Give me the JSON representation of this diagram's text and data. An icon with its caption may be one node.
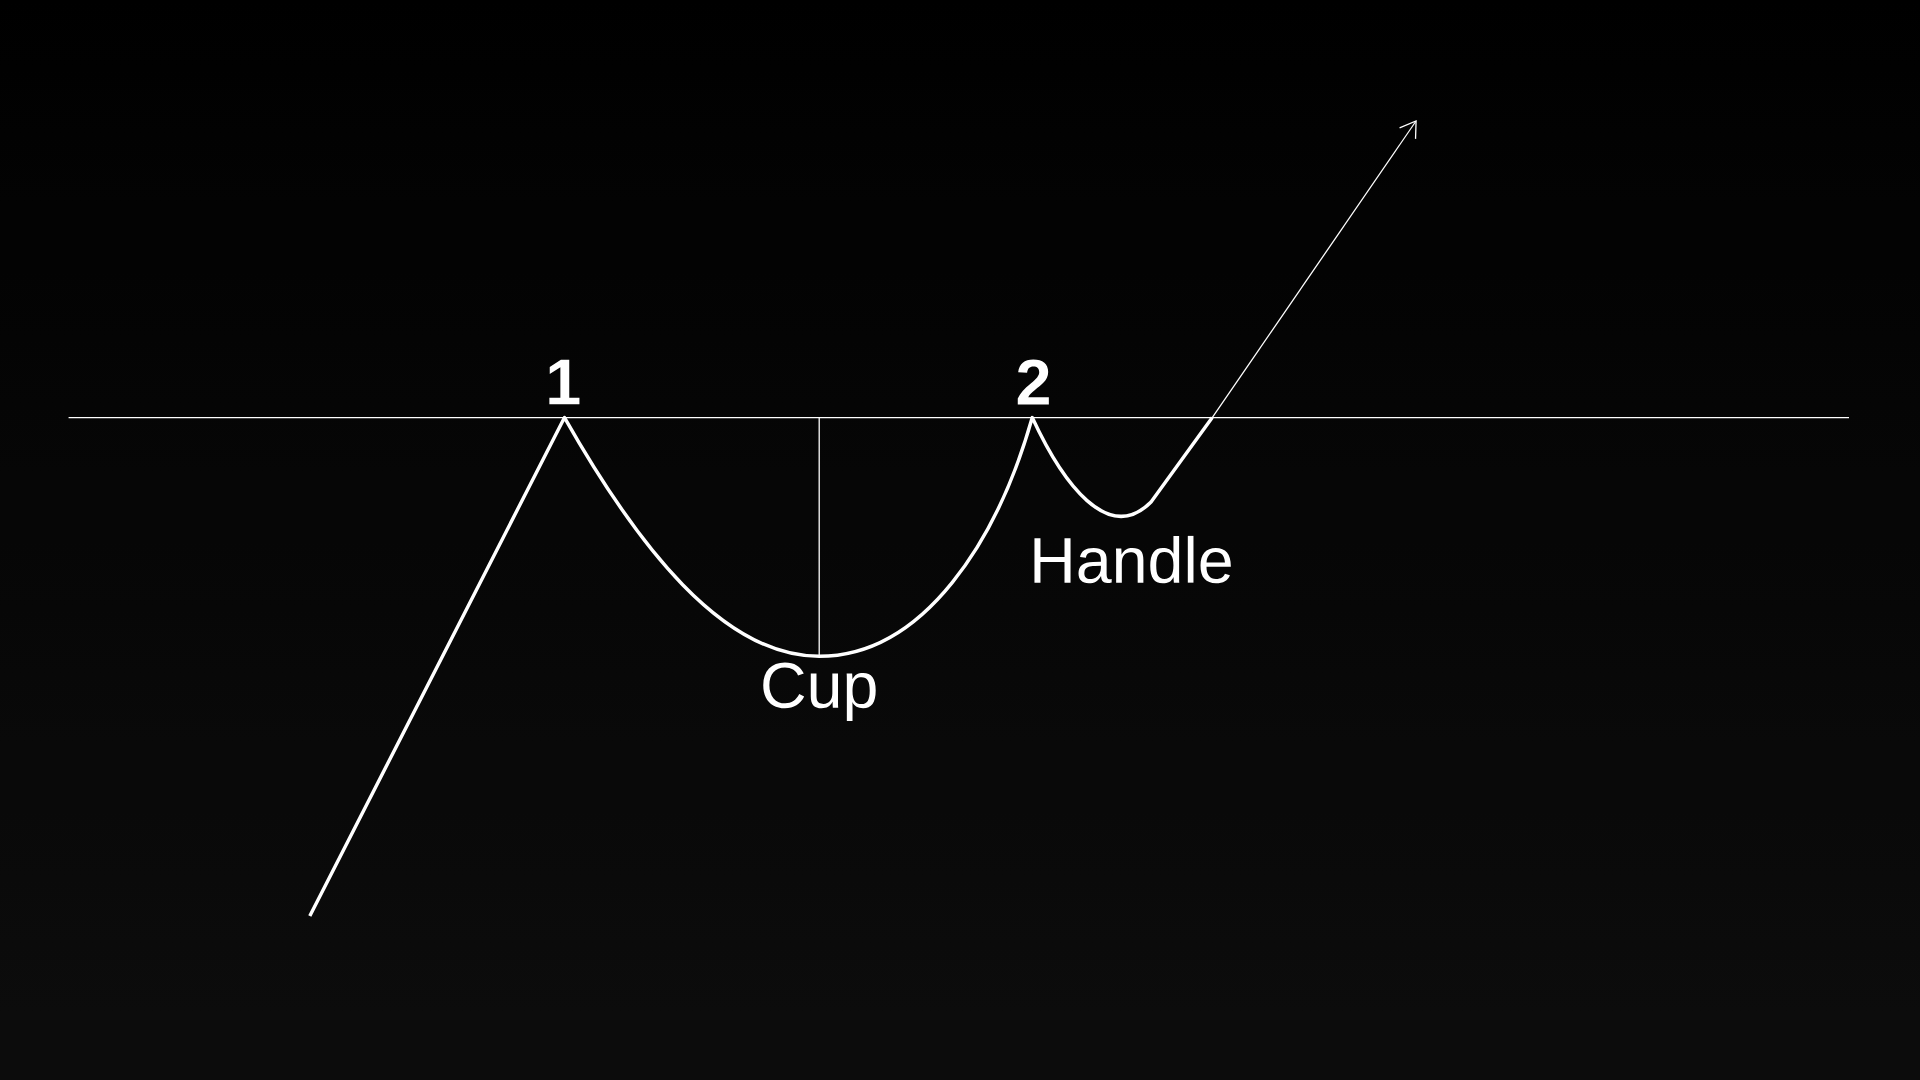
{
  "diagram": {
    "labels": [
      "1",
      "2",
      "Handle",
      "Cup"
    ]
  }
}
